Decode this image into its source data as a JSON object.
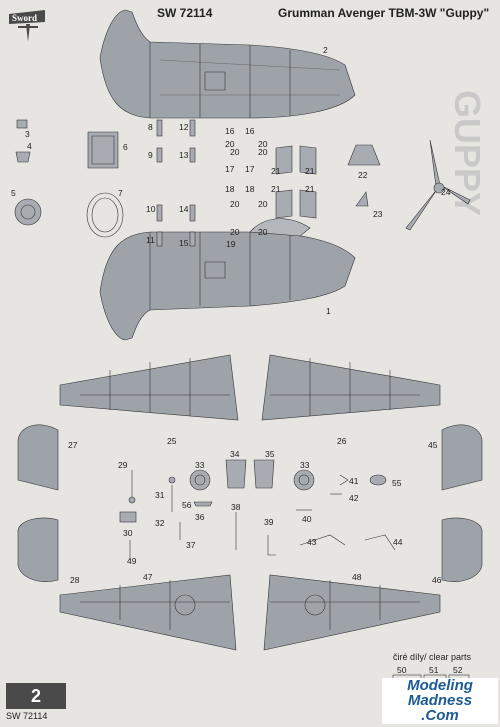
{
  "header": {
    "code": "SW 72114",
    "title": "Grumman Avenger TBM-3W \"Guppy\""
  },
  "logo": {
    "brand": "Sword"
  },
  "callouts": [
    {
      "id": "c1",
      "text": "1"
    },
    {
      "id": "c2",
      "text": "2"
    },
    {
      "id": "c3",
      "text": "3"
    },
    {
      "id": "c4",
      "text": "4"
    },
    {
      "id": "c5",
      "text": "5"
    },
    {
      "id": "c6",
      "text": "6"
    },
    {
      "id": "c7",
      "text": "7"
    },
    {
      "id": "c8",
      "text": "8"
    },
    {
      "id": "c9",
      "text": "9"
    },
    {
      "id": "c10",
      "text": "10"
    },
    {
      "id": "c11",
      "text": "11"
    },
    {
      "id": "c12",
      "text": "12"
    },
    {
      "id": "c13",
      "text": "13"
    },
    {
      "id": "c14",
      "text": "14"
    },
    {
      "id": "c15",
      "text": "15"
    },
    {
      "id": "c16a",
      "text": "16"
    },
    {
      "id": "c16b",
      "text": "16"
    },
    {
      "id": "c17a",
      "text": "17"
    },
    {
      "id": "c17b",
      "text": "17"
    },
    {
      "id": "c18a",
      "text": "18"
    },
    {
      "id": "c18b",
      "text": "18"
    },
    {
      "id": "c19",
      "text": "19"
    },
    {
      "id": "c20a",
      "text": "20"
    },
    {
      "id": "c20b",
      "text": "20"
    },
    {
      "id": "c20c",
      "text": "20"
    },
    {
      "id": "c20d",
      "text": "20"
    },
    {
      "id": "c20e",
      "text": "20"
    },
    {
      "id": "c20f",
      "text": "20"
    },
    {
      "id": "c20g",
      "text": "20"
    },
    {
      "id": "c20h",
      "text": "20"
    },
    {
      "id": "c21a",
      "text": "21"
    },
    {
      "id": "c21b",
      "text": "21"
    },
    {
      "id": "c21c",
      "text": "21"
    },
    {
      "id": "c21d",
      "text": "21"
    },
    {
      "id": "c22",
      "text": "22"
    },
    {
      "id": "c23",
      "text": "23"
    },
    {
      "id": "c24",
      "text": "24"
    },
    {
      "id": "c25",
      "text": "25"
    },
    {
      "id": "c26",
      "text": "26"
    },
    {
      "id": "c27",
      "text": "27"
    },
    {
      "id": "c28",
      "text": "28"
    },
    {
      "id": "c29",
      "text": "29"
    },
    {
      "id": "c30",
      "text": "30"
    },
    {
      "id": "c31",
      "text": "31"
    },
    {
      "id": "c32",
      "text": "32"
    },
    {
      "id": "c33a",
      "text": "33"
    },
    {
      "id": "c33b",
      "text": "33"
    },
    {
      "id": "c34",
      "text": "34"
    },
    {
      "id": "c35",
      "text": "35"
    },
    {
      "id": "c36",
      "text": "36"
    },
    {
      "id": "c37",
      "text": "37"
    },
    {
      "id": "c38",
      "text": "38"
    },
    {
      "id": "c39",
      "text": "39"
    },
    {
      "id": "c40",
      "text": "40"
    },
    {
      "id": "c41",
      "text": "41"
    },
    {
      "id": "c42",
      "text": "42"
    },
    {
      "id": "c43",
      "text": "43"
    },
    {
      "id": "c44",
      "text": "44"
    },
    {
      "id": "c45",
      "text": "45"
    },
    {
      "id": "c46",
      "text": "46"
    },
    {
      "id": "c47",
      "text": "47"
    },
    {
      "id": "c48",
      "text": "48"
    },
    {
      "id": "c49",
      "text": "49"
    },
    {
      "id": "c50",
      "text": "50"
    },
    {
      "id": "c51",
      "text": "51"
    },
    {
      "id": "c52",
      "text": "52"
    },
    {
      "id": "c55",
      "text": "55"
    },
    {
      "id": "c56",
      "text": "56"
    }
  ],
  "clear_parts_label": "čiré díly/ clear parts",
  "footer": {
    "page_number": "2",
    "code": "SW 72114"
  },
  "watermark": {
    "line1": "Modeling",
    "line2": "Madness",
    "line3": ".Com"
  },
  "colors": {
    "plastic": "#9ea3aa",
    "background": "#e6e5e2",
    "watermark_blue": "#1d5b94"
  }
}
